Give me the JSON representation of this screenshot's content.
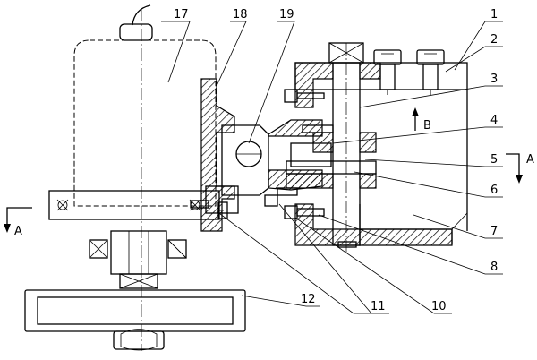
{
  "part_numbers": [
    "1",
    "2",
    "3",
    "4",
    "5",
    "6",
    "7",
    "8",
    "10",
    "11",
    "12",
    "17",
    "18",
    "19"
  ],
  "section_markers": {
    "left": "A",
    "right": "A",
    "view_arrow": "B"
  }
}
